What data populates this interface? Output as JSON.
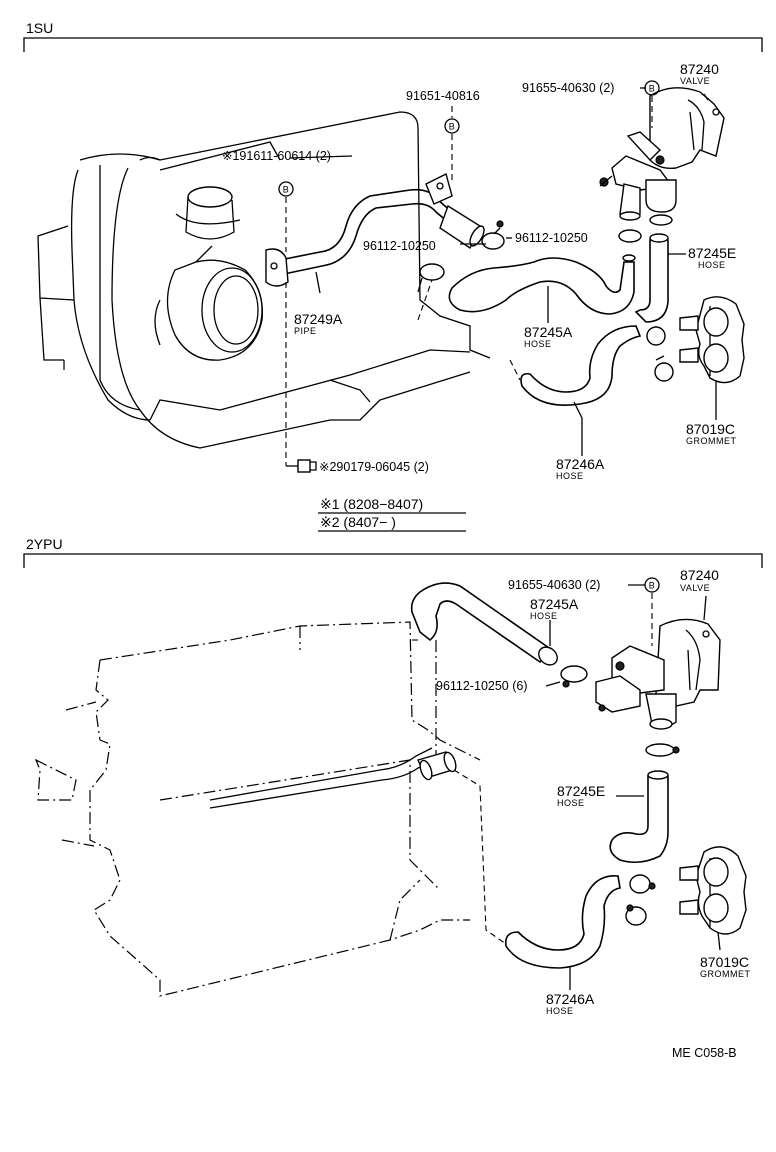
{
  "sections": {
    "top": {
      "title": "1SU"
    },
    "bottom": {
      "title": "2YPU"
    }
  },
  "top": {
    "bolt_1": "91651-40816",
    "bolt_2": "91655-40630 (2)",
    "valve_no": "87240",
    "valve_name": "VALVE",
    "bolt_3": "※191611-60614 (2)",
    "clamp_1": "96112-10250",
    "clamp_2": "96112-10250",
    "hose_e_no": "87245E",
    "hose_e_name": "HOSE",
    "pipe_no": "87249A",
    "pipe_name": "PIPE",
    "hose_a_no": "87245A",
    "hose_a_name": "HOSE",
    "grommet_no": "87019C",
    "grommet_name": "GROMMET",
    "hose_b_no": "87246A",
    "hose_b_name": "HOSE",
    "nut": "※290179-06045 (2)",
    "bolt_ref": "B",
    "note_1": "※1 (8208−8407)",
    "note_2": "※2 (8407−        )"
  },
  "bottom": {
    "bolt_1": "91655-40630 (2)",
    "valve_no": "87240",
    "valve_name": "VALVE",
    "hose_a_no": "87245A",
    "hose_a_name": "HOSE",
    "clamp": "96112-10250 (6)",
    "hose_e_no": "87245E",
    "hose_e_name": "HOSE",
    "grommet_no": "87019C",
    "grommet_name": "GROMMET",
    "hose_b_no": "87246A",
    "hose_b_name": "HOSE",
    "bolt_ref": "B"
  },
  "figure_code": "ME C058-B"
}
